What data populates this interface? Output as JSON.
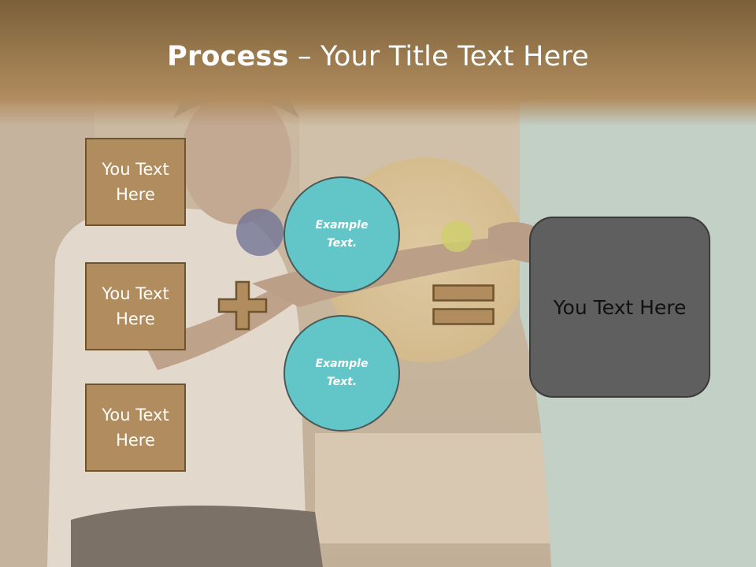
{
  "slide": {
    "title_bold": "Process",
    "title_separator": " – ",
    "title_rest": "Your Title Text Here",
    "left_boxes": [
      {
        "label": "You Text Here"
      },
      {
        "label": "You Text Here"
      },
      {
        "label": "You Text Here"
      }
    ],
    "circles": [
      {
        "label": "Example Text."
      },
      {
        "label": "Example Text."
      }
    ],
    "result_label": "You Text Here",
    "operators": {
      "plus_icon": "plus-icon",
      "equals_icon": "equals-icon"
    }
  },
  "colors": {
    "title_band": "#9a7a4e",
    "box_fill": "#b08c5e",
    "box_border": "#6f5430",
    "circle_fill": "#62c6c9",
    "result_fill": "#5f5f5f",
    "text_white": "#ffffff"
  }
}
